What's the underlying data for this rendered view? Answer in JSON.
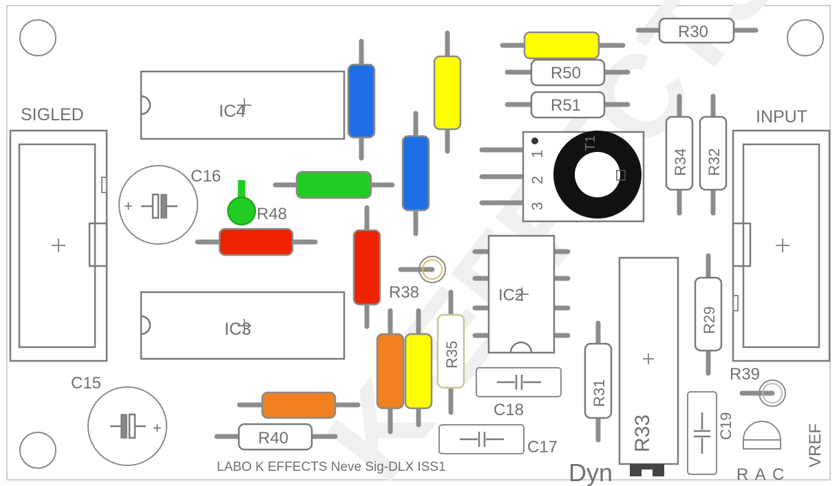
{
  "board": {
    "footer": "LABO K EFFECTS Neve Sig-DLX ISS1",
    "watermark": "K-EFFECTS"
  },
  "connectors": {
    "sigled": "SIGLED",
    "input": "INPUT"
  },
  "ics": {
    "ic4": "IC4",
    "ic3": "IC3",
    "ic2": "IC2"
  },
  "capacitors": {
    "c15": "C15",
    "c16": "C16",
    "c17": "C17",
    "c18": "C18",
    "c19": "C19"
  },
  "resistors": {
    "r29": "R29",
    "r30": "R30",
    "r31": "R31",
    "r32": "R32",
    "r33": "R33",
    "r34": "R34",
    "r35": "R35",
    "r38": "R38",
    "r39": "R39",
    "r40": "R40",
    "r48": "R48",
    "r50": "R50",
    "r51": "R51"
  },
  "trimmer": {
    "ref": "T1",
    "pin1": "1",
    "pin2": "2",
    "pin3": "3"
  },
  "misc": {
    "dyn": "Dyn",
    "vref": "VREF",
    "rac": "R A C",
    "plus": "+"
  },
  "colors": {
    "blue": "#1e6fe6",
    "yellow": "#ffff00",
    "green": "#22cc22",
    "red": "#ee2200",
    "orange": "#f08020"
  }
}
